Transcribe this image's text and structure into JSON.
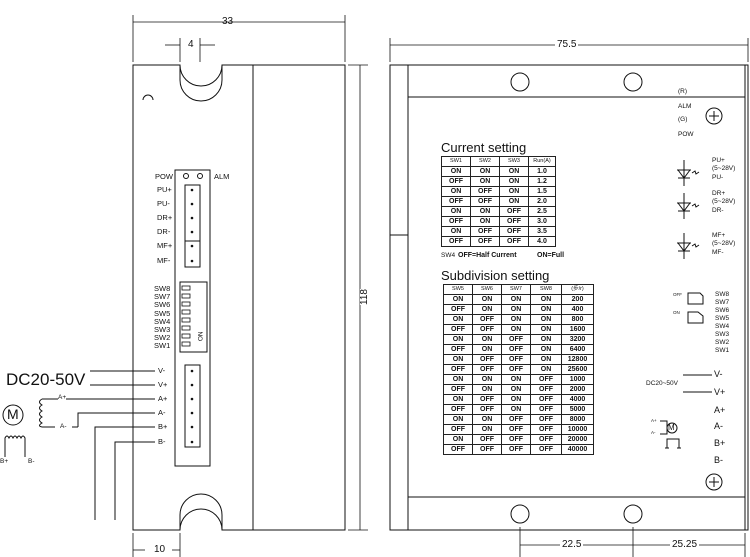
{
  "dimensions": {
    "width_33": "33",
    "slot_4": "4",
    "height_118": "118",
    "offset_10": "10",
    "width_75_5": "75.5",
    "hole_22_5": "22.5",
    "hole_25_25": "25.25"
  },
  "left_panel": {
    "pow": "POW",
    "alm": "ALM",
    "signal_labels": [
      "PU+",
      "PU-",
      "DR+",
      "DR-",
      "MF+",
      "MF-"
    ],
    "switch_labels": [
      "SW8",
      "SW7",
      "SW6",
      "SW5",
      "SW4",
      "SW3",
      "SW2",
      "SW1"
    ],
    "dip_on": "ON",
    "power_labels": [
      "V-",
      "V+",
      "A+",
      "A-",
      "B+",
      "B-"
    ],
    "supply": "DC20-50V",
    "motor": "M",
    "coil_a_plus": "A+",
    "coil_a_minus": "A-",
    "coil_b_plus": "B+",
    "coil_b_minus": "B-"
  },
  "current_setting": {
    "title": "Current setting",
    "headers": [
      "SW1",
      "SW2",
      "SW3",
      "Run(A)"
    ],
    "rows": [
      [
        "ON",
        "ON",
        "ON",
        "1.0"
      ],
      [
        "OFF",
        "ON",
        "ON",
        "1.2"
      ],
      [
        "ON",
        "OFF",
        "ON",
        "1.5"
      ],
      [
        "OFF",
        "OFF",
        "ON",
        "2.0"
      ],
      [
        "ON",
        "ON",
        "OFF",
        "2.5"
      ],
      [
        "OFF",
        "ON",
        "OFF",
        "3.0"
      ],
      [
        "ON",
        "OFF",
        "OFF",
        "3.5"
      ],
      [
        "OFF",
        "OFF",
        "OFF",
        "4.0"
      ]
    ],
    "note_prefix": "SW4",
    "note_half": "OFF=Half Current",
    "note_full": "ON=Full"
  },
  "subdivision_setting": {
    "title": "Subdivision setting",
    "headers": [
      "SW5",
      "SW6",
      "SW7",
      "SW8",
      "(步/r)"
    ],
    "rows": [
      [
        "ON",
        "ON",
        "ON",
        "ON",
        "200"
      ],
      [
        "OFF",
        "ON",
        "ON",
        "ON",
        "400"
      ],
      [
        "ON",
        "OFF",
        "ON",
        "ON",
        "800"
      ],
      [
        "OFF",
        "OFF",
        "ON",
        "ON",
        "1600"
      ],
      [
        "ON",
        "ON",
        "OFF",
        "ON",
        "3200"
      ],
      [
        "OFF",
        "ON",
        "OFF",
        "ON",
        "6400"
      ],
      [
        "ON",
        "OFF",
        "OFF",
        "ON",
        "12800"
      ],
      [
        "OFF",
        "OFF",
        "OFF",
        "ON",
        "25600"
      ],
      [
        "ON",
        "ON",
        "ON",
        "OFF",
        "1000"
      ],
      [
        "OFF",
        "ON",
        "ON",
        "OFF",
        "2000"
      ],
      [
        "ON",
        "OFF",
        "ON",
        "OFF",
        "4000"
      ],
      [
        "OFF",
        "OFF",
        "ON",
        "OFF",
        "5000"
      ],
      [
        "ON",
        "ON",
        "OFF",
        "OFF",
        "8000"
      ],
      [
        "OFF",
        "ON",
        "OFF",
        "OFF",
        "10000"
      ],
      [
        "ON",
        "OFF",
        "OFF",
        "OFF",
        "20000"
      ],
      [
        "OFF",
        "OFF",
        "OFF",
        "OFF",
        "40000"
      ]
    ]
  },
  "right_panel": {
    "led_r": "(R)",
    "alm": "ALM",
    "led_g": "(G)",
    "pow": "POW",
    "inputs": [
      {
        "plus": "PU+",
        "range": "(5~28V)",
        "minus": "PU-"
      },
      {
        "plus": "DR+",
        "range": "(5~28V)",
        "minus": "DR-"
      },
      {
        "plus": "MF+",
        "range": "(5~28V)",
        "minus": "MF-"
      }
    ],
    "off": "OFF",
    "on": "ON",
    "switch_labels": [
      "SW8",
      "SW7",
      "SW6",
      "SW5",
      "SW4",
      "SW3",
      "SW2",
      "SW1"
    ],
    "supply": "DC20~50V",
    "power_labels": [
      "V-",
      "V+",
      "A+",
      "A-",
      "B+",
      "B-"
    ],
    "motor": "M",
    "motor_a_plus": "A+",
    "motor_a_minus": "A-"
  }
}
